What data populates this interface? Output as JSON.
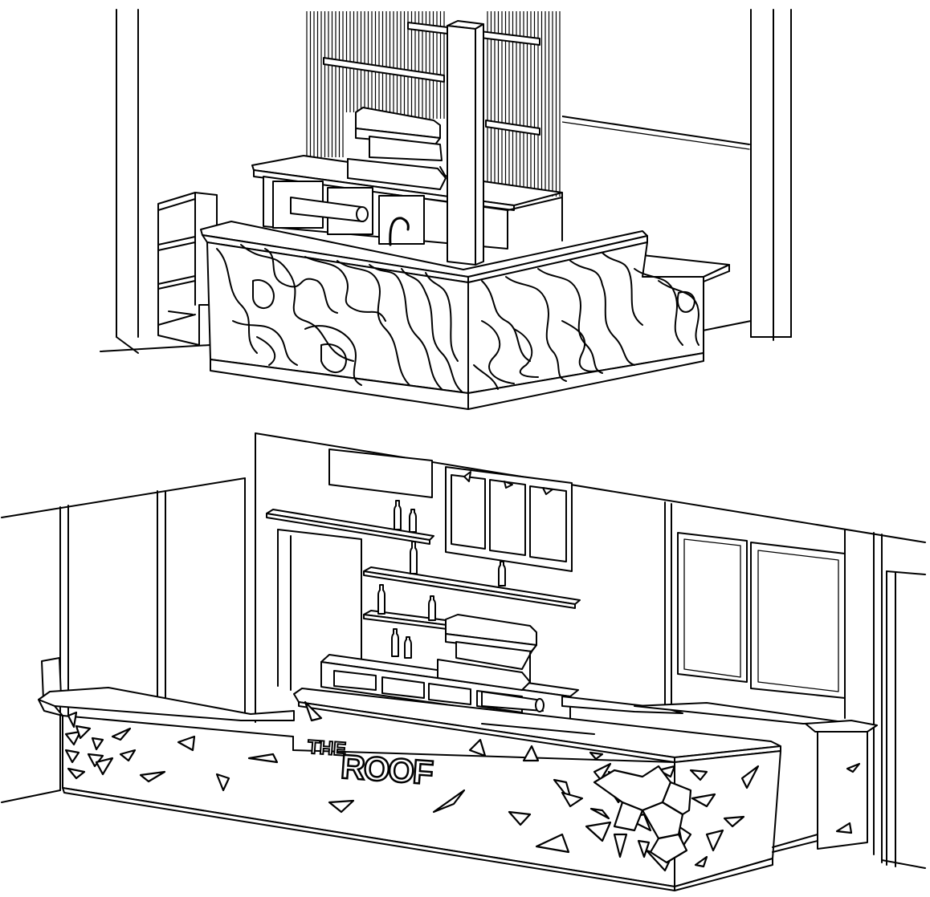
{
  "top_view": {
    "name": "bar-counter-corner-perspective"
  },
  "bottom_view": {
    "name": "bar-counter-front-perspective",
    "sign": {
      "prefix": "THE",
      "word": "ROOF"
    }
  }
}
